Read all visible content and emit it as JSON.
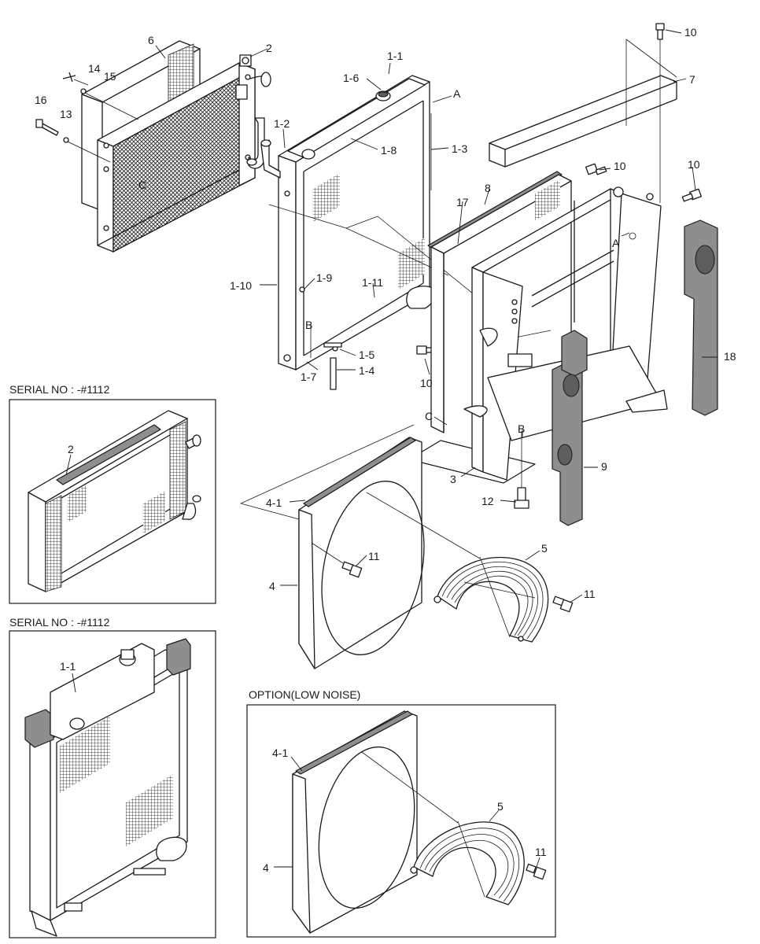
{
  "captions": {
    "serial_top": "SERIAL NO : -#1112",
    "serial_bottom": "SERIAL NO : -#1112",
    "option": "OPTION(LOW NOISE)"
  },
  "labels": {
    "l6": "6",
    "l2": "2",
    "l14": "14",
    "l15": "15",
    "l16": "16",
    "l13": "13",
    "lC_rad": "C",
    "l1_1": "1-1",
    "l1_6": "1-6",
    "lA_top": "A",
    "l1_2": "1-2",
    "l1_3": "1-3",
    "l1_8": "1-8",
    "l1_10": "1-10",
    "l1_9": "1-9",
    "l1_11": "1-11",
    "lB_frame": "B",
    "l1_5": "1-5",
    "l1_7": "1-7",
    "l1_4": "1-4",
    "l10_a": "10",
    "l7": "7",
    "l10_b": "10",
    "l10_c": "10",
    "l8": "8",
    "l17": "17",
    "lA_side": "A",
    "l18": "18",
    "l10_d": "10",
    "lC_frame": "C",
    "lB_frame2": "B",
    "l3": "3",
    "l9": "9",
    "l12": "12",
    "l4_1": "4-1",
    "l11_a": "11",
    "l5": "5",
    "l4": "4",
    "l11_b": "11",
    "l2_inset": "2",
    "l1_1_inset": "1-1",
    "l4_1_opt": "4-1",
    "l5_opt": "5",
    "l11_opt": "11",
    "l4_opt": "4"
  }
}
